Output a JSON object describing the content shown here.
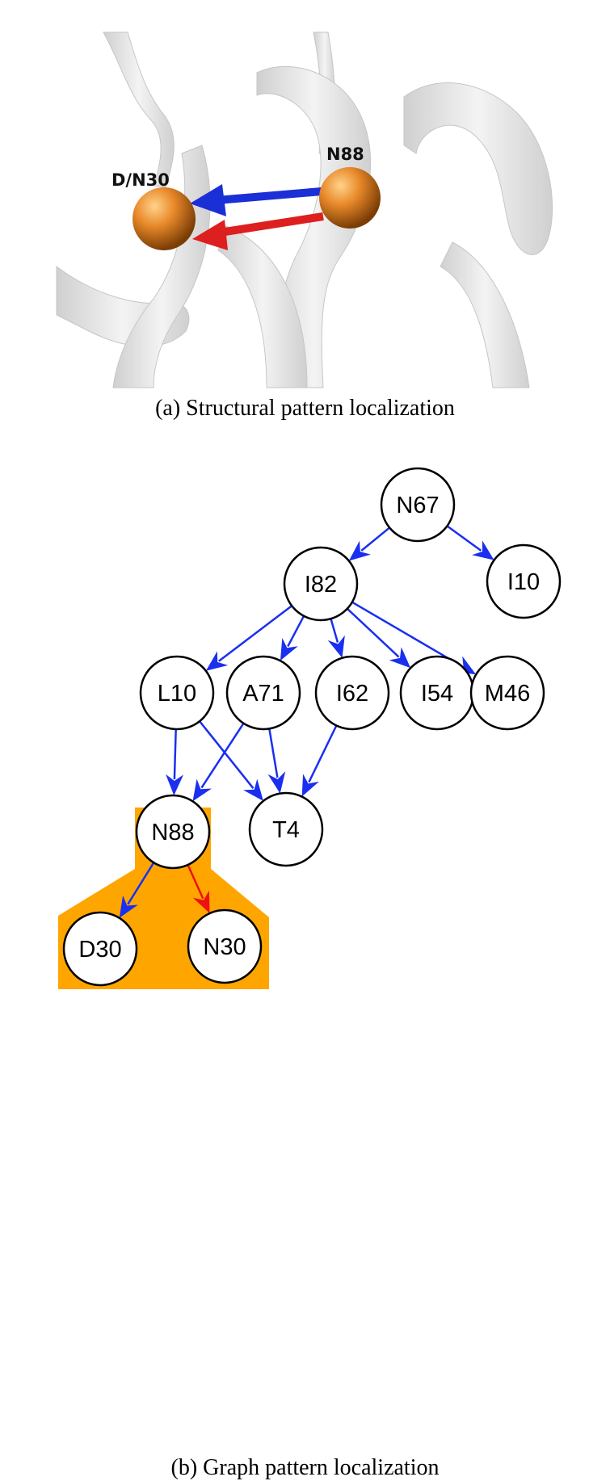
{
  "panel_a": {
    "caption": "(a)  Structural pattern localization",
    "atoms": [
      {
        "id": "atom-d-n30",
        "label": "D/N30"
      },
      {
        "id": "atom-n88",
        "label": "N88"
      }
    ],
    "colors": {
      "atom": "#e8892a",
      "blue_arrow": "#1b2fd6",
      "red_arrow": "#dd1f1f",
      "ribbon": "#d9d9d9"
    }
  },
  "panel_b": {
    "caption": "(b)  Graph pattern localization",
    "nodes": [
      {
        "id": "N67",
        "label": "N67"
      },
      {
        "id": "I82",
        "label": "I82"
      },
      {
        "id": "I10",
        "label": "I10"
      },
      {
        "id": "L10",
        "label": "L10"
      },
      {
        "id": "A71",
        "label": "A71"
      },
      {
        "id": "I62",
        "label": "I62"
      },
      {
        "id": "I54",
        "label": "I54"
      },
      {
        "id": "M46",
        "label": "M46"
      },
      {
        "id": "N88",
        "label": "N88"
      },
      {
        "id": "T4",
        "label": "T4"
      },
      {
        "id": "D30",
        "label": "D30"
      },
      {
        "id": "N30",
        "label": "N30"
      }
    ],
    "edges": [
      {
        "from": "N67",
        "to": "I82",
        "color": "blue"
      },
      {
        "from": "N67",
        "to": "I10",
        "color": "blue"
      },
      {
        "from": "I82",
        "to": "L10",
        "color": "blue"
      },
      {
        "from": "I82",
        "to": "A71",
        "color": "blue"
      },
      {
        "from": "I82",
        "to": "I62",
        "color": "blue"
      },
      {
        "from": "I82",
        "to": "I54",
        "color": "blue"
      },
      {
        "from": "I82",
        "to": "M46",
        "color": "blue"
      },
      {
        "from": "L10",
        "to": "N88",
        "color": "blue"
      },
      {
        "from": "L10",
        "to": "T4",
        "color": "blue"
      },
      {
        "from": "A71",
        "to": "N88",
        "color": "blue"
      },
      {
        "from": "A71",
        "to": "T4",
        "color": "blue"
      },
      {
        "from": "I62",
        "to": "T4",
        "color": "blue"
      },
      {
        "from": "N88",
        "to": "D30",
        "color": "blue"
      },
      {
        "from": "N88",
        "to": "N30",
        "color": "red"
      }
    ],
    "colors": {
      "blue": "#1a2ff0",
      "red": "#ee1111",
      "highlight": "#ffa500",
      "node_fill": "#ffffff",
      "node_stroke": "#000000"
    }
  }
}
